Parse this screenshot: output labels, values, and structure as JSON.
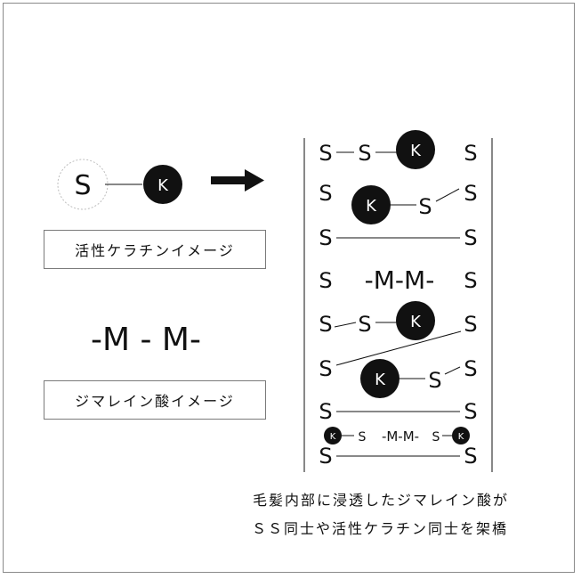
{
  "symbols": {
    "s": "S",
    "k": "K",
    "m_chain": "-M-M-",
    "m_chain_spaced": "-M - M-"
  },
  "left": {
    "active_keratin_label": "活性ケラチンイメージ",
    "dimalein_label": "ジマレイン酸イメージ",
    "arrow": "right-arrow-icon"
  },
  "caption": {
    "line1": "毛髪内部に浸透したジマレイン酸が",
    "line2": "ＳＳ同士や活性ケラチン同士を架橋"
  },
  "colors": {
    "ink": "#111111",
    "box_border": "#7a7a7a",
    "dotted_circle": "#bdbdbd",
    "frame": "#8a8a8a"
  }
}
